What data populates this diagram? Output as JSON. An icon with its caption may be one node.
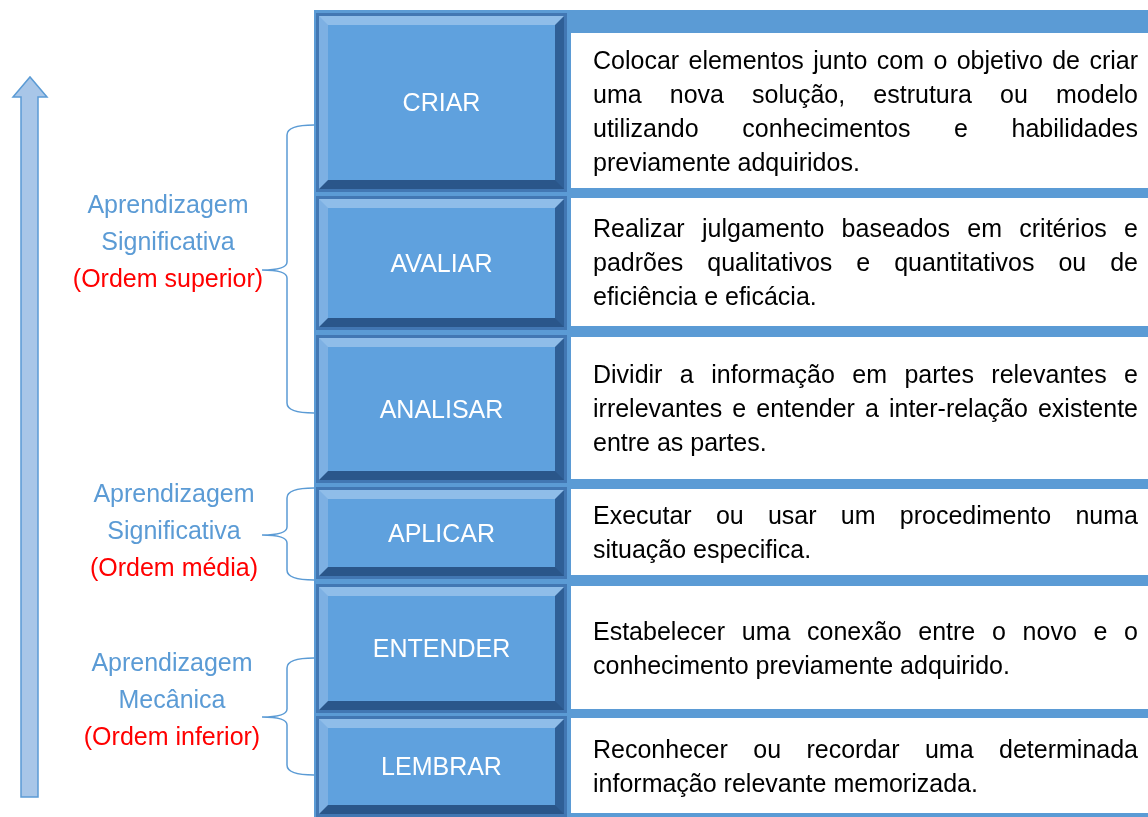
{
  "diagram": {
    "nodes": [
      {
        "text": [
          "CRIAR"
        ]
      },
      {
        "text": [
          "Colocar elementos junto com o objetivo de criar uma nova solução, estrutura ou modelo utilizando conhecimentos e habilidades previamente adquiridos."
        ]
      },
      {
        "text": [
          "AVALIAR"
        ]
      },
      {
        "text": [
          "Realizar julgamento baseados em critérios e padrões qualitativos e quantitativos ou de eficiência e eficácia."
        ]
      },
      {
        "text": [
          "ANALISAR"
        ]
      },
      {
        "text": [
          "Dividir a informação em partes relevantes e irrelevantes e entender a inter-relação existente entre as partes."
        ]
      },
      {
        "text": [
          "APLICAR"
        ]
      },
      {
        "text": [
          "Executar ou usar um procedimento numa situação especifica."
        ]
      },
      {
        "text": [
          "ENTENDER"
        ]
      },
      {
        "text": [
          "Estabelecer uma conexão entre o novo e o conhecimento previamente adquirido."
        ]
      },
      {
        "text": [
          "LEMBRAR"
        ]
      },
      {
        "text": [
          "Reconhecer ou recordar uma determinada informação relevante memorizada."
        ]
      }
    ],
    "labels": [
      "Aprendizagem Significativa",
      "(Ordem superior)",
      "Aprendizagem Significativa",
      "(Ordem média)",
      "Aprendizagem Mecânica",
      "(Ordem inferior)"
    ]
  }
}
